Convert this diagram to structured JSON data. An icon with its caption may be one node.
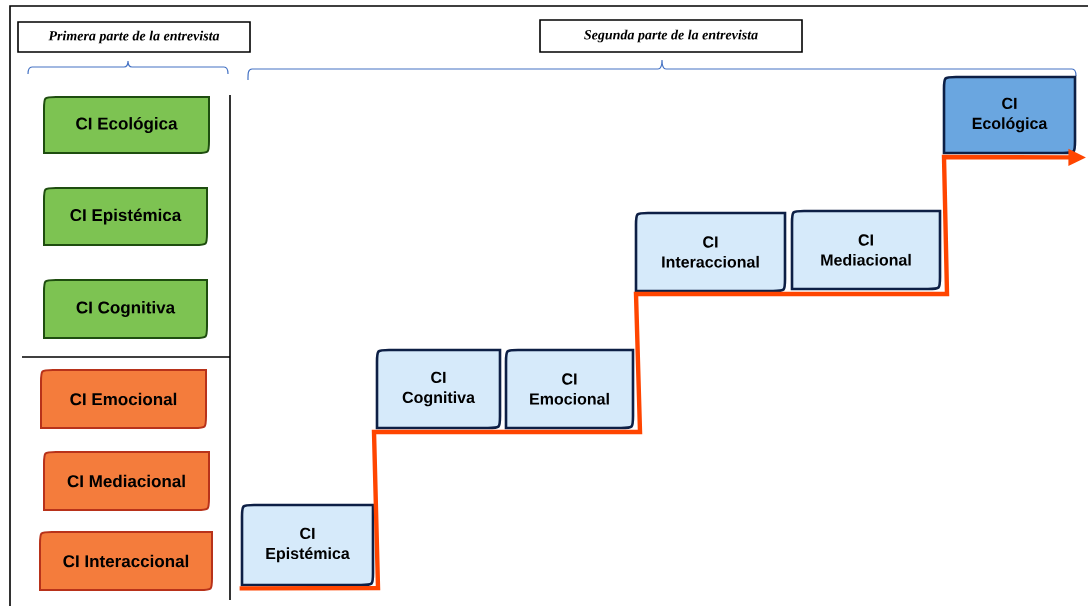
{
  "diagram": {
    "nodes": [
      {
        "text": [
          "Primera parte de la  entrevista"
        ]
      },
      {
        "text": [
          "Segunda parte de la entrevista"
        ]
      },
      {
        "text": [
          "CI Ecológica"
        ]
      },
      {
        "text": [
          "CI Epistémica"
        ]
      },
      {
        "text": [
          "CI Cognitiva"
        ]
      },
      {
        "text": [
          "CI Emocional"
        ]
      },
      {
        "text": [
          "CI Mediacional"
        ]
      },
      {
        "text": [
          "CI Interaccional"
        ]
      },
      {
        "text": [
          "CI Epistémica"
        ]
      },
      {
        "text": [
          "CI Cognitiva"
        ]
      },
      {
        "text": [
          "CI Emocional"
        ]
      },
      {
        "text": [
          "CI Interaccional"
        ]
      },
      {
        "text": [
          "CI Mediacional"
        ]
      },
      {
        "text": [
          "CI Ecológica"
        ]
      }
    ],
    "edges": [
      {
        "from": 8,
        "to": 13,
        "arrow": "to",
        "color": "#ff4500"
      }
    ]
  }
}
